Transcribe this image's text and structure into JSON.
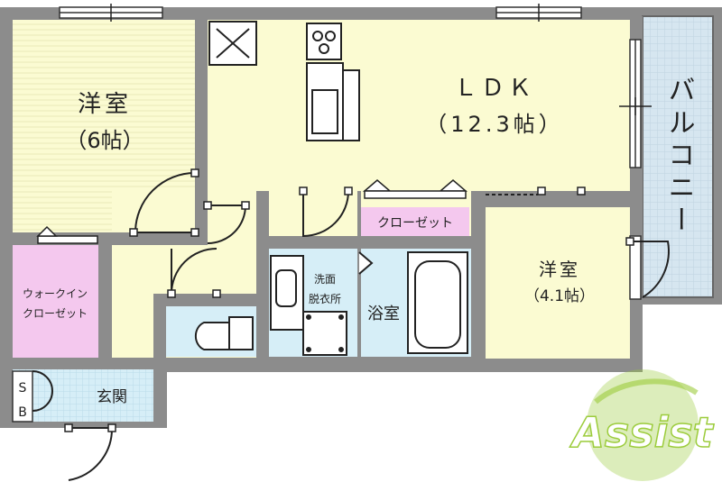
{
  "rooms": {
    "western_large": {
      "name": "洋室",
      "size": "（6帖）"
    },
    "ldk": {
      "name": "ＬＤＫ",
      "size": "（12.3帖）"
    },
    "balcony": {
      "name": "バルコニー"
    },
    "closet": {
      "name": "クローゼット"
    },
    "walkin": {
      "line1": "ウォークイン",
      "line2": "クローゼット"
    },
    "washroom": {
      "line1": "洗面",
      "line2": "脱衣所"
    },
    "bath": {
      "name": "浴室"
    },
    "western_small": {
      "name": "洋室",
      "size": "（4.1帖）"
    },
    "entrance": {
      "name": "玄関"
    },
    "shoebox": {
      "line1": "S",
      "line2": "B"
    }
  },
  "logo": {
    "text": "Assist"
  },
  "colors": {
    "wall": "#8c8c8c",
    "yellow_room": "#fbfbd2",
    "pink_closet": "#f4c8ee",
    "blue_wet": "#d6eef7",
    "balcony": "#d6e6f0",
    "logo_green": "#9ccc3c"
  }
}
